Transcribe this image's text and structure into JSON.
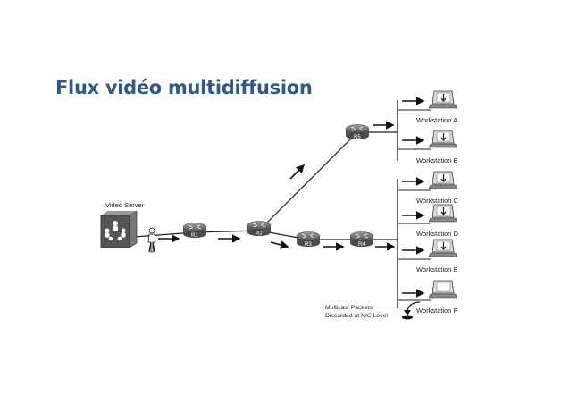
{
  "title": "Flux vidéo multidiffusion",
  "video_server_label": "Video Server",
  "routers": {
    "r1": "R1",
    "r2": "R2",
    "r3": "R3",
    "r4": "R4",
    "r5": "R5"
  },
  "workstations": {
    "a": "Workstation A",
    "b": "Workstation B",
    "c": "Workstation C",
    "d": "Workstation D",
    "e": "Workstation E",
    "f": "Workstation F"
  },
  "discard_note": {
    "line1": "Multicast Packets",
    "line2": "Discarded at NIC Level"
  },
  "colors": {
    "title": "#2f5a88",
    "router": "#707070",
    "server": "#555555"
  }
}
